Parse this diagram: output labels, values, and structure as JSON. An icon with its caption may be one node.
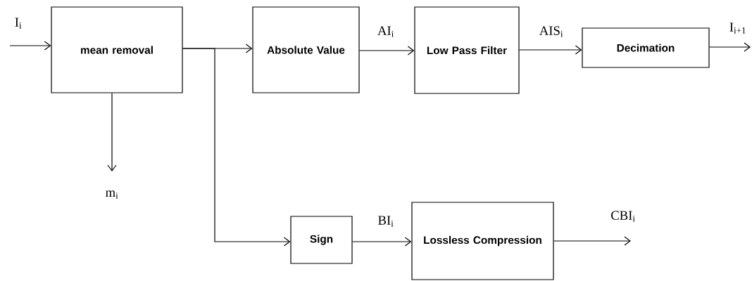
{
  "diagram": {
    "nodes": [
      {
        "text": [
          "mean removal"
        ]
      },
      {
        "text": [
          "Absolute Value"
        ]
      },
      {
        "text": [
          "Low Pass Filter"
        ]
      },
      {
        "text": [
          "Decimation"
        ]
      },
      {
        "text": [
          "Sign"
        ]
      },
      {
        "text": [
          "Lossless Compression"
        ]
      }
    ],
    "edges": [
      {
        "from": null,
        "to": 0,
        "arrow": "to",
        "label": "I$_{i}$"
      },
      {
        "from": 0,
        "to": null,
        "arrow": "to",
        "label": "m$_{i}$"
      },
      {
        "from": 0,
        "to": 1,
        "arrow": "to"
      },
      {
        "from": 0,
        "to": 4,
        "arrow": "to"
      },
      {
        "from": 1,
        "to": 2,
        "arrow": "to",
        "label": "AI$_{i}$"
      },
      {
        "from": 2,
        "to": 3,
        "arrow": "to",
        "label": "AIS$_{i}$"
      },
      {
        "from": 3,
        "to": null,
        "arrow": "to",
        "label": "I$_{i+1}$"
      },
      {
        "from": 4,
        "to": 5,
        "arrow": "to",
        "label": "BI$_{i}$"
      },
      {
        "from": 5,
        "to": null,
        "arrow": "to",
        "label": "CBI$_{i}$"
      }
    ]
  }
}
